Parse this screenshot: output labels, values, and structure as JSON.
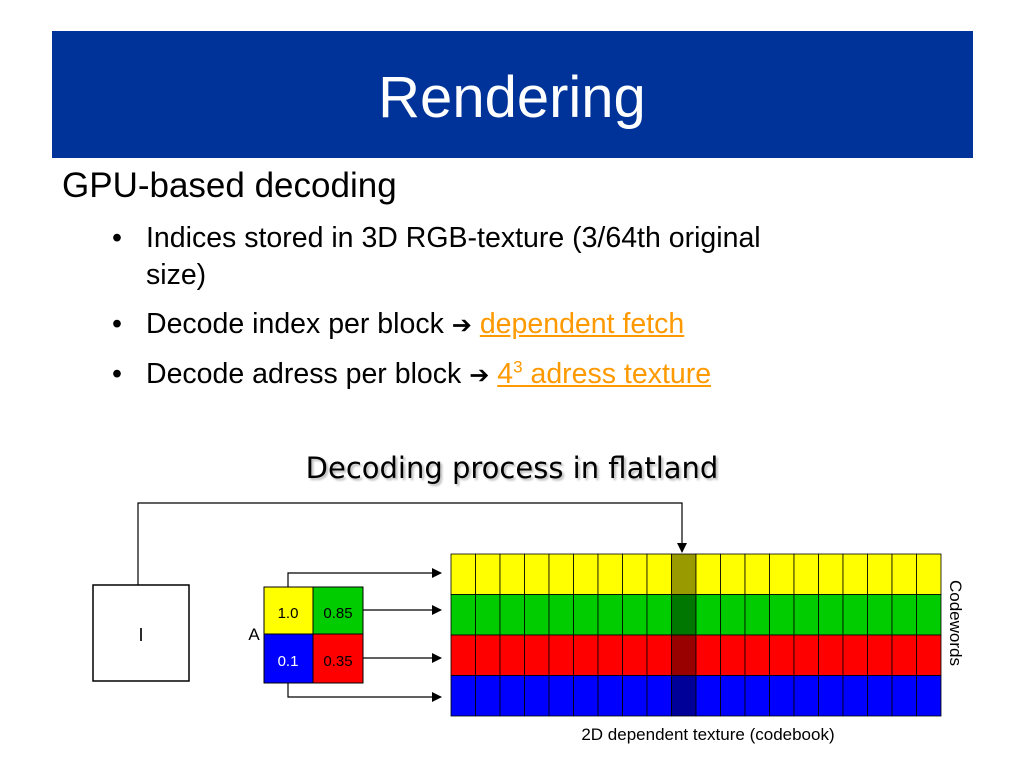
{
  "slide": {
    "title": "Rendering",
    "heading": "GPU-based decoding",
    "bullets": [
      {
        "text": "Indices stored in 3D RGB-texture (3/64th original",
        "cont": "size)"
      },
      {
        "text": "Decode index per block",
        "arrow": "➔",
        "link": "dependent fetch"
      },
      {
        "text": "Decode adress per block",
        "arrow": "➔",
        "link_base": "4",
        "link_sup": "3",
        "link_rest": " adress texture"
      }
    ],
    "bullet_glyph": "•",
    "caption": "Decoding process in flatland"
  },
  "diagram": {
    "image_label": "I",
    "a_label": "A",
    "cells": [
      "1.0",
      "0.85",
      "0.1",
      "0.35"
    ],
    "codebook_label": "2D dependent texture (codebook)",
    "codewords_label": "Codewords",
    "columns": 20,
    "highlight_column": 9,
    "row_colors": [
      "#ffff00",
      "#00cc00",
      "#ff0000",
      "#0000ff"
    ],
    "highlight_colors": [
      "#999900",
      "#007700",
      "#990000",
      "#000099"
    ]
  },
  "colors": {
    "title_bar": "#003399",
    "link": "#ff9900"
  }
}
